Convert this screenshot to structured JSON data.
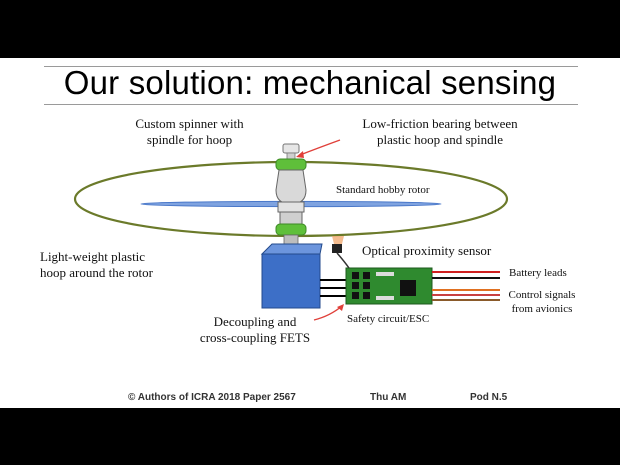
{
  "slide": {
    "title": "Our solution: mechanical sensing",
    "labels": {
      "custom_spinner_line1": "Custom spinner with",
      "custom_spinner_line2": "spindle for hoop",
      "bearing_line1": "Low-friction bearing between",
      "bearing_line2": "plastic hoop and spindle",
      "rotor": "Standard hobby rotor",
      "hoop_line1": "Light-weight plastic",
      "hoop_line2": "hoop around the rotor",
      "optical": "Optical proximity sensor",
      "battery": "Battery leads",
      "control_line1": "Control signals",
      "control_line2": "from avionics",
      "safety": "Safety circuit/ESC",
      "decoupling_line1": "Decoupling and",
      "decoupling_line2": "cross-coupling FETS"
    },
    "footer": {
      "authors": "© Authors of ICRA 2018 Paper 2567",
      "session": "Thu AM",
      "pod": "Pod N.5"
    }
  },
  "colors": {
    "hoop": "#6b7a2a",
    "rotor": "#4a78c9",
    "motor": "#3d6fc7",
    "collar": "#5fbf3a",
    "pcb": "#2f8a2f",
    "arrow": "#e0403a",
    "sensor": "#e07020"
  }
}
